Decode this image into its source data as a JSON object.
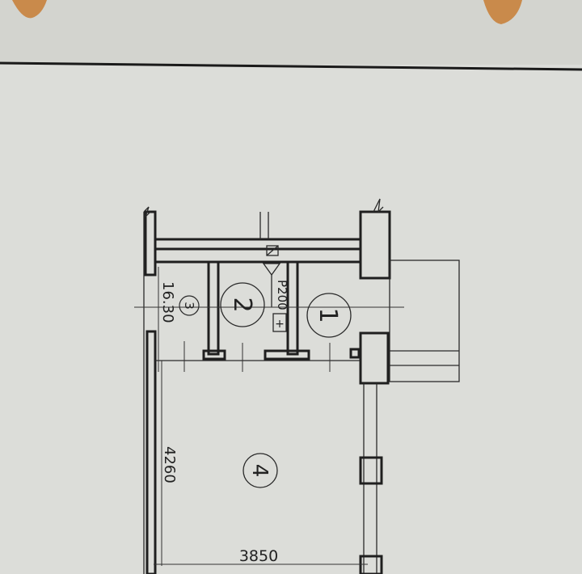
{
  "colors": {
    "paper": "#dcddd9",
    "ink": "#1f1f1f",
    "corner_mark": "#c98a4b"
  },
  "rooms": [
    {
      "number": "1"
    },
    {
      "number": "2"
    },
    {
      "number": "3"
    },
    {
      "number": "4"
    }
  ],
  "dimensions": {
    "width_room4": "3850",
    "length_room4": "4260",
    "length_room3": "16.30"
  },
  "fixtures": {
    "riser": "P200",
    "outlet": "+"
  }
}
